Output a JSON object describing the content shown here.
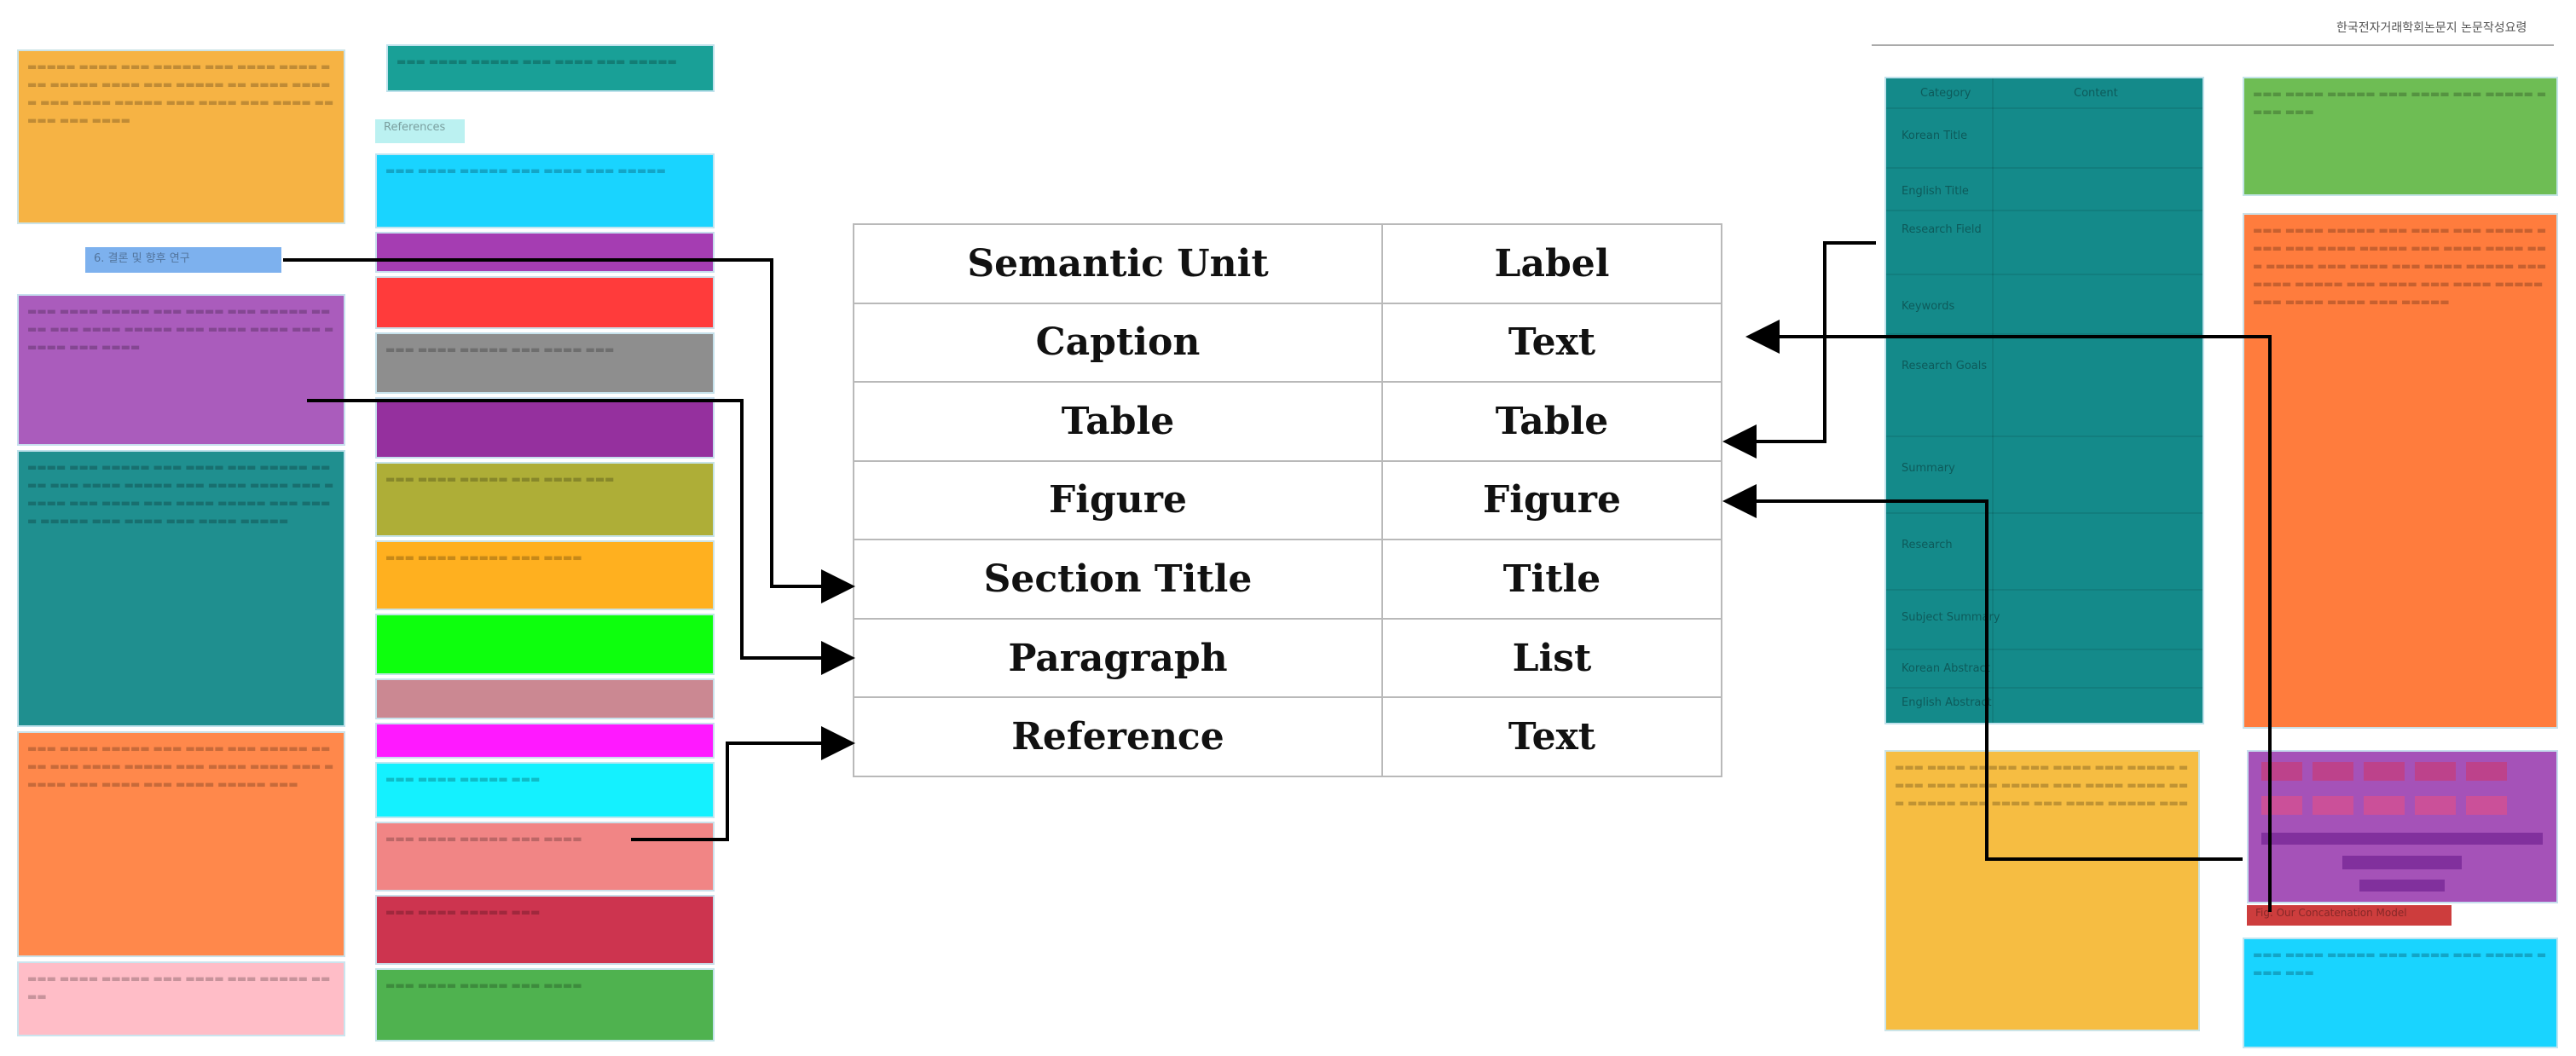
{
  "page": {
    "header_text": "한국전자거래학회논문지 논문작성요령"
  },
  "mapping_table": {
    "headers": [
      "Semantic Unit",
      "Label"
    ],
    "rows": [
      [
        "Caption",
        "Text"
      ],
      [
        "Table",
        "Table"
      ],
      [
        "Figure",
        "Figure"
      ],
      [
        "Section Title",
        "Title"
      ],
      [
        "Paragraph",
        "List"
      ],
      [
        "Reference",
        "Text"
      ]
    ]
  },
  "left_page": {
    "references_label": "References",
    "section_title": "6. 결론 및 향후 연구"
  },
  "right_page": {
    "embedded_table_headers": [
      "Category",
      "Content"
    ],
    "embedded_table_rows": [
      "Korean Title",
      "English Title",
      "Research Field",
      "Keywords",
      "Research Goals",
      "Summary",
      "Research",
      "Subject Summary",
      "Korean Abstract",
      "English Abstract"
    ],
    "figure_caption": "Fig. Our Concatenation Model"
  },
  "colors": {
    "caption": "#2e8b8b",
    "table": "#008080",
    "figure": "#8b3aa8",
    "section_title": "#6fa8ec",
    "paragraph_orange": "#f5a623",
    "paragraph_purple": "#9b3fb0",
    "reference_cyan": "#00cfff",
    "reference_red": "#ff2a2a",
    "reference_green_bright": "#00ff00",
    "reference_magenta": "#ff00ff",
    "arrow": "#000000"
  }
}
